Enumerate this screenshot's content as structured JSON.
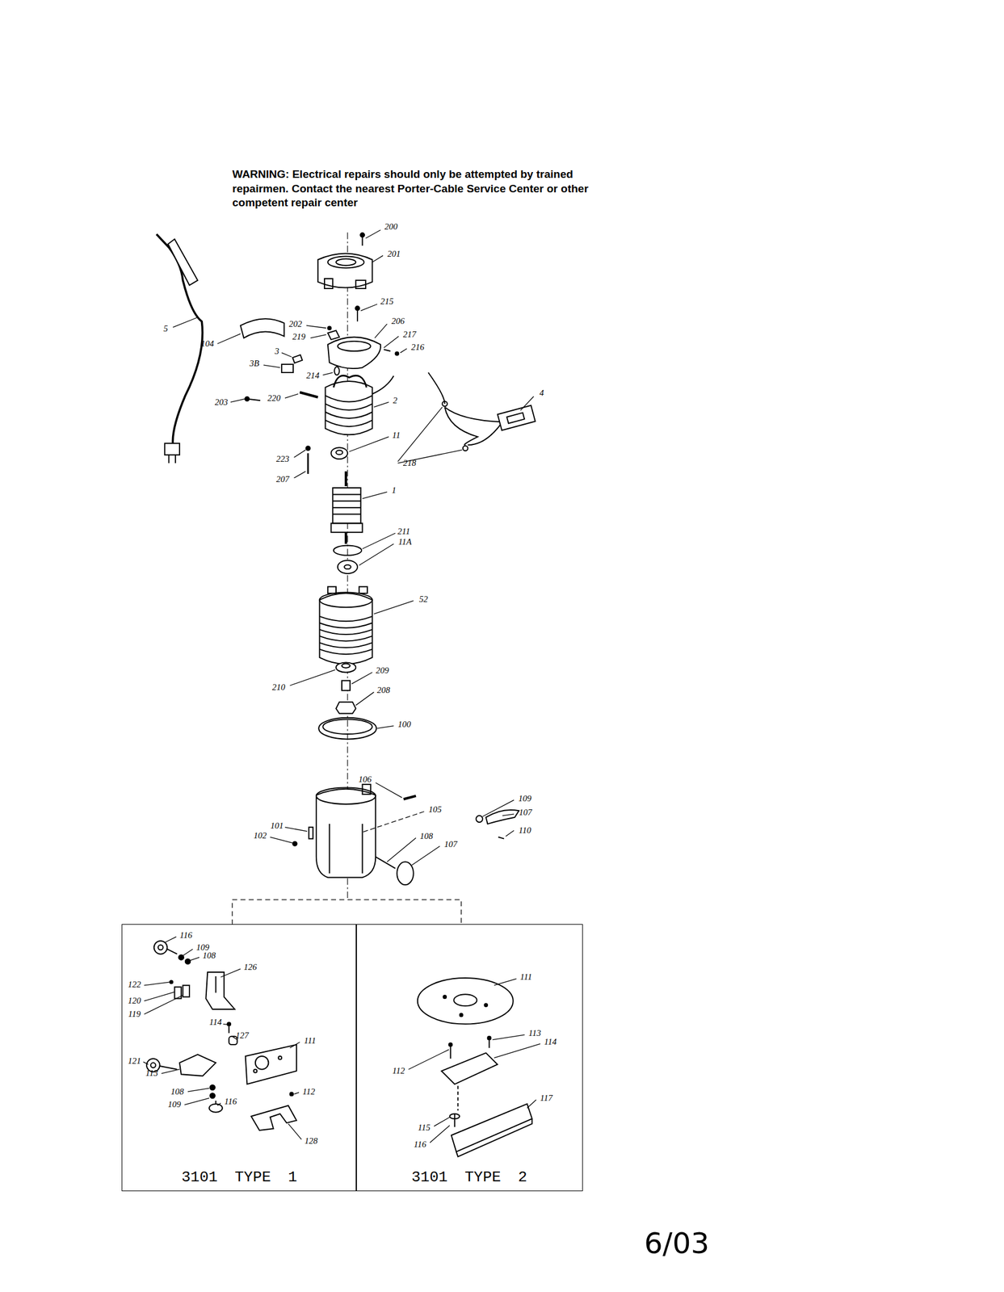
{
  "diagram": {
    "nodes": [
      {
        "text": [
          "3101 TYPE 1"
        ]
      },
      {
        "text": [
          "3101 TYPE 2"
        ]
      }
    ],
    "labels": [
      "WARNING: Electrical repairs should only be attempted by trained repairmen. Contact the nearest Porter-Cable Service Center or other competent repair center",
      "200",
      "201",
      "215",
      "202",
      "206",
      "219",
      "217",
      "216",
      "5",
      "104",
      "3",
      "3B",
      "214",
      "220",
      "203",
      "2",
      "4",
      "11",
      "223",
      "207",
      "218",
      "1",
      "211",
      "11A",
      "52",
      "209",
      "210",
      "208",
      "100",
      "106",
      "105",
      "109",
      "107",
      "110",
      "101",
      "102",
      "108",
      "107",
      "116",
      "109",
      "108",
      "126",
      "122",
      "120",
      "119",
      "114",
      "127",
      "121",
      "111",
      "113",
      "112",
      "108",
      "109",
      "116",
      "128",
      "111",
      "113",
      "114",
      "112",
      "117",
      "115",
      "116",
      "6/03"
    ]
  }
}
